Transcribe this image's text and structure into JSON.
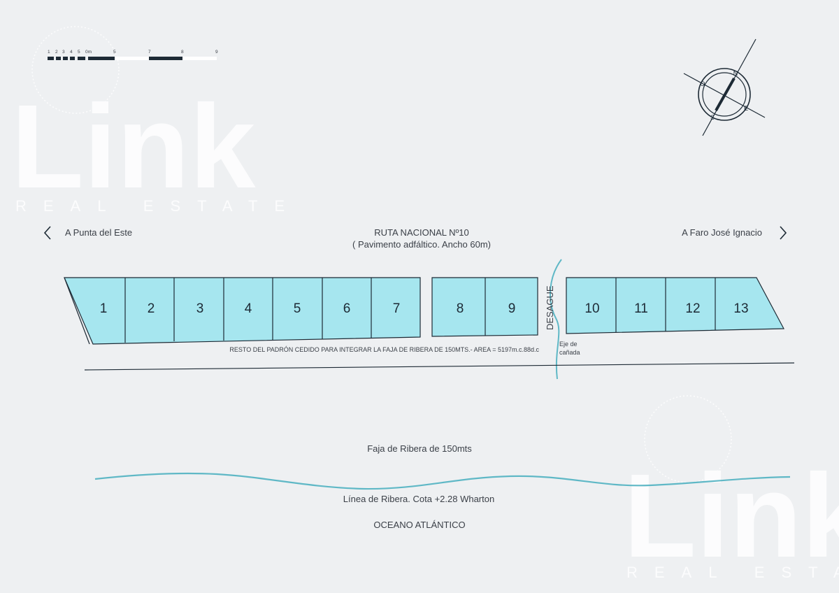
{
  "watermark": {
    "brand": "Link",
    "tagline": "REAL ESTATE"
  },
  "scale_bar": {
    "labels": [
      "1",
      "2",
      "3",
      "4",
      "5",
      "0m",
      "5",
      "7",
      "8",
      "9"
    ]
  },
  "compass": {
    "north": "N",
    "south": "S",
    "east": "E",
    "west": "O"
  },
  "route": {
    "name": "RUTA NACIONAL Nº10",
    "description": "( Pavimento adfáltico. Ancho 60m)"
  },
  "directions": {
    "left": "A Punta del Este",
    "right": "A Faro José Ignacio"
  },
  "lots": [
    "1",
    "2",
    "3",
    "4",
    "5",
    "6",
    "7",
    "8",
    "9",
    "10",
    "11",
    "12",
    "13"
  ],
  "labels": {
    "desague": "DESAGUE",
    "eje_line1": "Eje de",
    "eje_line2": "cañada",
    "resto_padron": "RESTO DEL PADRÓN CEDIDO PARA INTEGRAR LA FAJA DE RIBERA DE 150MTS.- AREA = 5197m.c.88d.c",
    "faja": "Faja de Ribera de 150mts",
    "linea_ribera": "Línea de Ribera. Cota +2.28 Wharton",
    "oceano": "OCEANO ATLÁNTICO"
  },
  "colors": {
    "lot_fill": "#a6e6ef",
    "lot_stroke": "#1d2a35",
    "water_line": "#5fb8c6",
    "background": "#eef0f2"
  }
}
